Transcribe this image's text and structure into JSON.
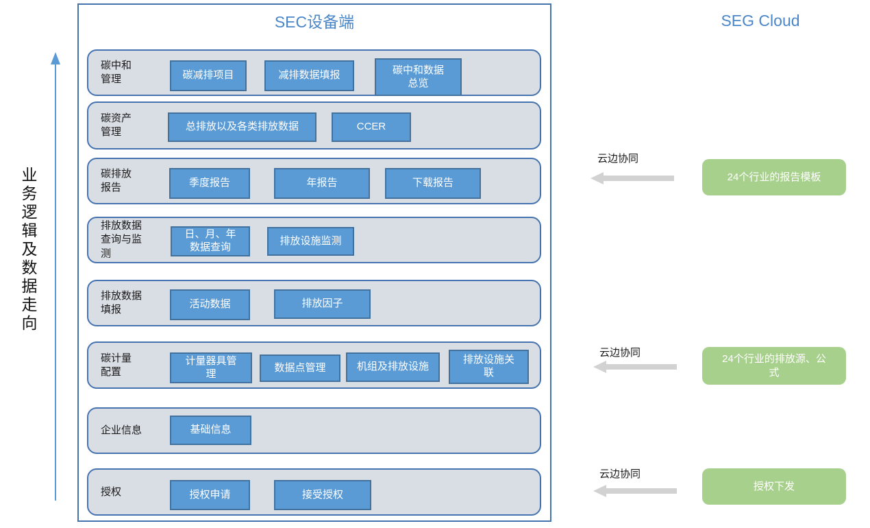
{
  "left_axis": {
    "label": "业务逻辑及数据走向"
  },
  "device_panel": {
    "title": "SEC设备端",
    "rows": [
      {
        "label": "碳中和\n管理",
        "buttons": [
          {
            "label": "碳减排项目"
          },
          {
            "label": "减排数据填报"
          },
          {
            "label": "碳中和数据\n总览"
          }
        ]
      },
      {
        "label": "碳资产\n管理",
        "buttons": [
          {
            "label": "总排放以及各类排放数据"
          },
          {
            "label": "CCER"
          }
        ]
      },
      {
        "label": "碳排放\n报告",
        "buttons": [
          {
            "label": "季度报告"
          },
          {
            "label": "年报告"
          },
          {
            "label": "下载报告"
          }
        ]
      },
      {
        "label": "排放数据\n查询与监\n测",
        "buttons": [
          {
            "label": "日、月、年\n数据查询"
          },
          {
            "label": "排放设施监测"
          }
        ]
      },
      {
        "label": "排放数据\n填报",
        "buttons": [
          {
            "label": "活动数据"
          },
          {
            "label": "排放因子"
          }
        ]
      },
      {
        "label": "碳计量\n配置",
        "buttons": [
          {
            "label": "计量器具管\n理"
          },
          {
            "label": "数据点管理"
          },
          {
            "label": "机组及排放设施"
          },
          {
            "label": "排放设施关\n联"
          }
        ]
      },
      {
        "label": "企业信息",
        "buttons": [
          {
            "label": "基础信息"
          }
        ]
      },
      {
        "label": "授权",
        "buttons": [
          {
            "label": "授权申请"
          },
          {
            "label": "接受授权"
          }
        ]
      }
    ]
  },
  "cloud_panel": {
    "title": "SEG Cloud",
    "links": [
      {
        "label": "云边协同",
        "box": "24个行业的报告模板"
      },
      {
        "label": "云边协同",
        "box": "24个行业的排放源、公\n式"
      },
      {
        "label": "云边协同",
        "box": "授权下发"
      }
    ]
  },
  "colors": {
    "accent_blue_text": "#4a86c8",
    "panel_border_blue": "#4573b0",
    "row_fill_gray": "#d9dde4",
    "button_fill_blue": "#5b9bd5",
    "button_border_blue": "#41719c",
    "green_box_fill": "#a8d08d",
    "sync_arrow_gray": "#d2d2d2",
    "flow_arrow_blue": "#5b9bd5"
  }
}
